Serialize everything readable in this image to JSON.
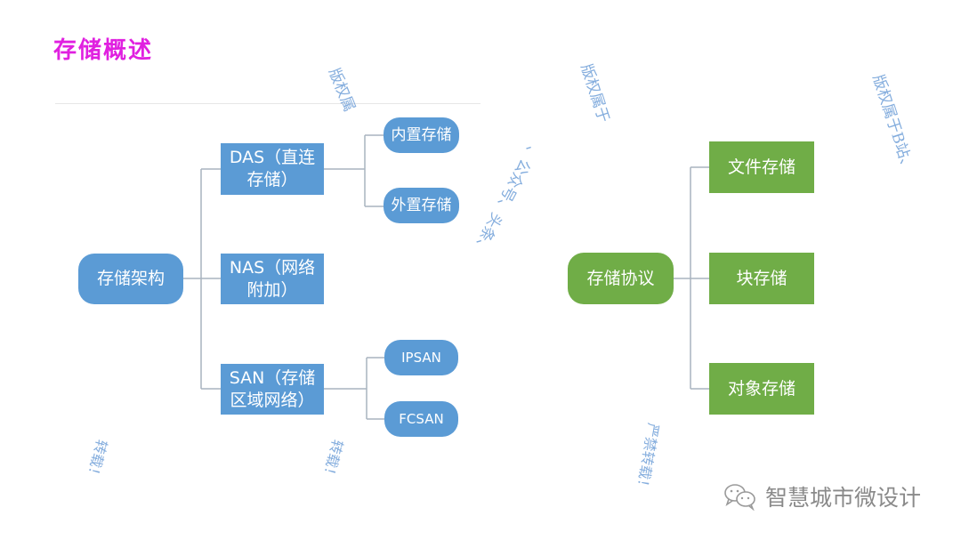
{
  "title": "存储概述",
  "architecture": {
    "root": "存储架构",
    "das": {
      "label_line1": "DAS（直连",
      "label_line2": "存储）",
      "children": [
        "内置存储",
        "外置存储"
      ]
    },
    "nas": {
      "label_line1": "NAS（网络",
      "label_line2": "附加）"
    },
    "san": {
      "label_line1": "SAN（存储",
      "label_line2": "区域网络）",
      "children": [
        "IPSAN",
        "FCSAN"
      ]
    }
  },
  "protocol": {
    "root": "存储协议",
    "children": [
      "文件存储",
      "块存储",
      "对象存储"
    ]
  },
  "watermarks": [
    "版权属",
    "版权属于",
    "、公众号、头条、",
    "版权属于B站、",
    "转载！",
    "转载！",
    "严禁转载！"
  ],
  "footer": {
    "brand": "智慧城市微设计",
    "icon": "wechat-icon"
  },
  "colors": {
    "title": "#e020e0",
    "blue": "#5b9bd5",
    "green": "#70ad47",
    "connector": "#a9b4bf"
  }
}
